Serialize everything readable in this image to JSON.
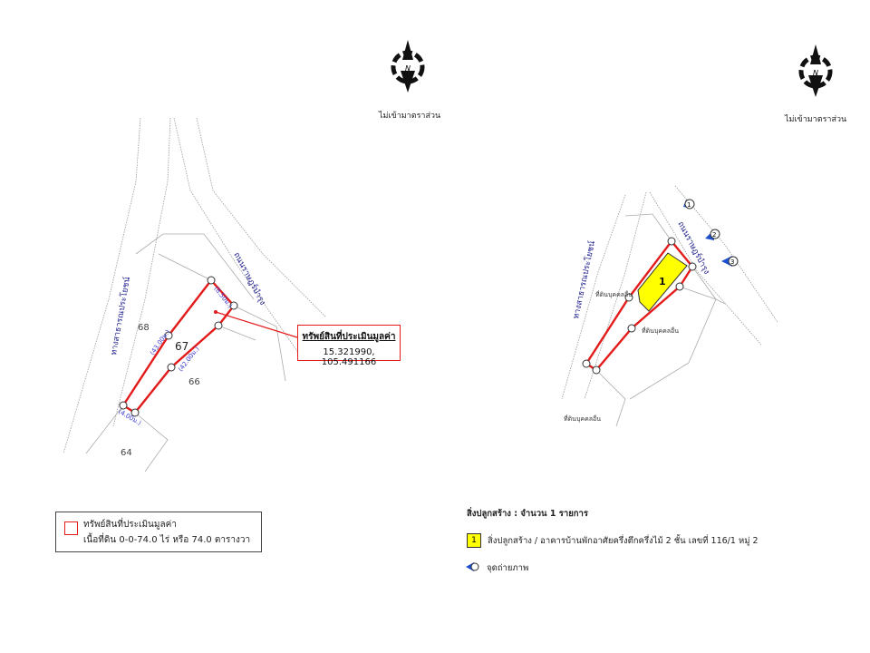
{
  "scale_note": "ไม่เข้ามาตราส่วน",
  "north_label": "N",
  "left_map": {
    "road_main": "ถนนราษฎร์บำรุง",
    "road_public": "ทางสาธารณประโยชน์",
    "parcel_numbers": [
      "68",
      "67",
      "66",
      "64"
    ],
    "dimensions": [
      "(8.50ม.)",
      "(43.00ม.)",
      "(42.00ม.)",
      "(4.00ม.)"
    ],
    "callout": {
      "title": "ทรัพย์สินที่ประเมินมูลค่า",
      "coordinates": "15.321990, 105.491166"
    }
  },
  "right_map": {
    "road_main": "ถนนราษฎร์บำรุง",
    "road_public": "ทางสาธารณประโยชน์",
    "neighbor_label": "ที่ดินบุคคลอื่น",
    "building_number": "1",
    "photo_points": [
      "1",
      "2",
      "3"
    ]
  },
  "legend": {
    "label": "ทรัพย์สินที่ประเมินมูลค่า",
    "area": "เนื้อที่ดิน 0-0-74.0 ไร่ หรือ 74.0 ตารางวา",
    "swatch_color": "#e31b1b"
  },
  "structures": {
    "heading": "สิ่งปลูกสร้าง : จำนวน 1 รายการ",
    "items": [
      {
        "number": "1",
        "description": "สิ่งปลูกสร้าง / อาคารบ้านพักอาศัยครึ่งตึกครึ่งไม้ 2 ชั้น เลขที่ 116/1 หมู่ 2"
      }
    ],
    "photo_point_label": "จุดถ่ายภาพ"
  },
  "colors": {
    "parcel": "#e31b1b",
    "building": "#ffff00",
    "road_text": "#1a1a8c",
    "photo_marker": "#1f4fd1"
  }
}
